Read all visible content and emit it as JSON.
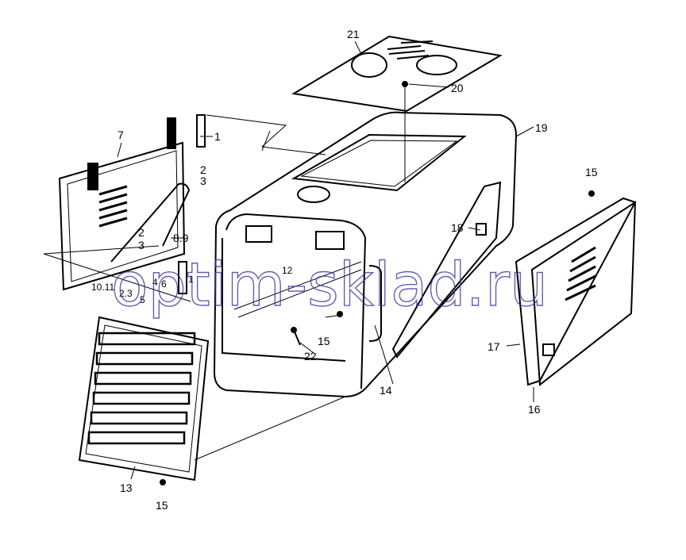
{
  "diagram": {
    "type": "exploded parts diagram",
    "watermark": "optim-sklad.ru",
    "callouts": [
      "21",
      "20",
      "19",
      "1",
      "7",
      "2",
      "3",
      "18",
      "15",
      "2",
      "8.9",
      "3",
      "10.11",
      "2.3",
      "4",
      "6",
      "1",
      "5",
      "12",
      "15",
      "22",
      "14",
      "17",
      "16",
      "13",
      "15"
    ]
  }
}
